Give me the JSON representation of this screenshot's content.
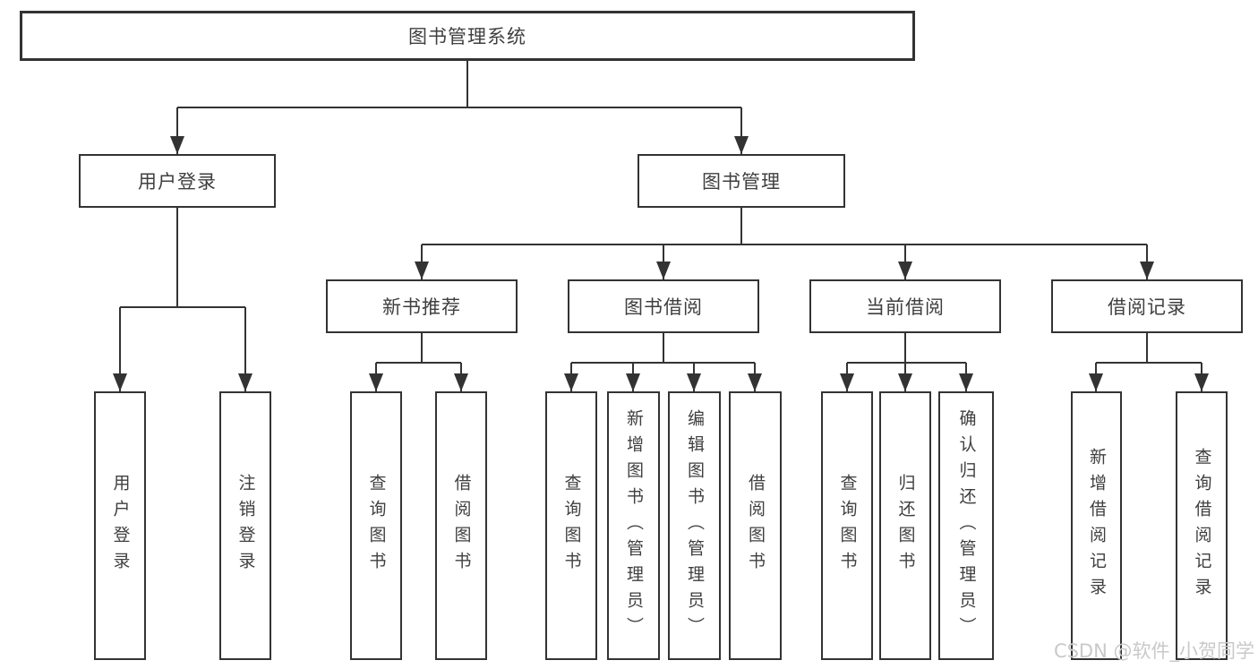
{
  "colors": {
    "line": "#333333",
    "text": "#3f3f3f",
    "watermark": "#c9c9c9",
    "bg": "#ffffff"
  },
  "watermark": {
    "text": "CSDN @软件_小贺同学"
  },
  "tree": {
    "root": {
      "label": "图书管理系统"
    },
    "branches": [
      {
        "label": "用户登录",
        "children": [
          {
            "label": "用户登录"
          },
          {
            "label": "注销登录"
          }
        ]
      },
      {
        "label": "图书管理",
        "children": [
          {
            "label": "新书推荐",
            "children": [
              {
                "label": "查询图书"
              },
              {
                "label": "借阅图书"
              }
            ]
          },
          {
            "label": "图书借阅",
            "children": [
              {
                "label": "查询图书"
              },
              {
                "label": "新增图书（管理员）"
              },
              {
                "label": "编辑图书（管理员）"
              },
              {
                "label": "借阅图书"
              }
            ]
          },
          {
            "label": "当前借阅",
            "children": [
              {
                "label": "查询图书"
              },
              {
                "label": "归还图书"
              },
              {
                "label": "确认归还（管理员）"
              }
            ]
          },
          {
            "label": "借阅记录",
            "children": [
              {
                "label": "新增借阅记录"
              },
              {
                "label": "查询借阅记录"
              }
            ]
          }
        ]
      }
    ]
  }
}
